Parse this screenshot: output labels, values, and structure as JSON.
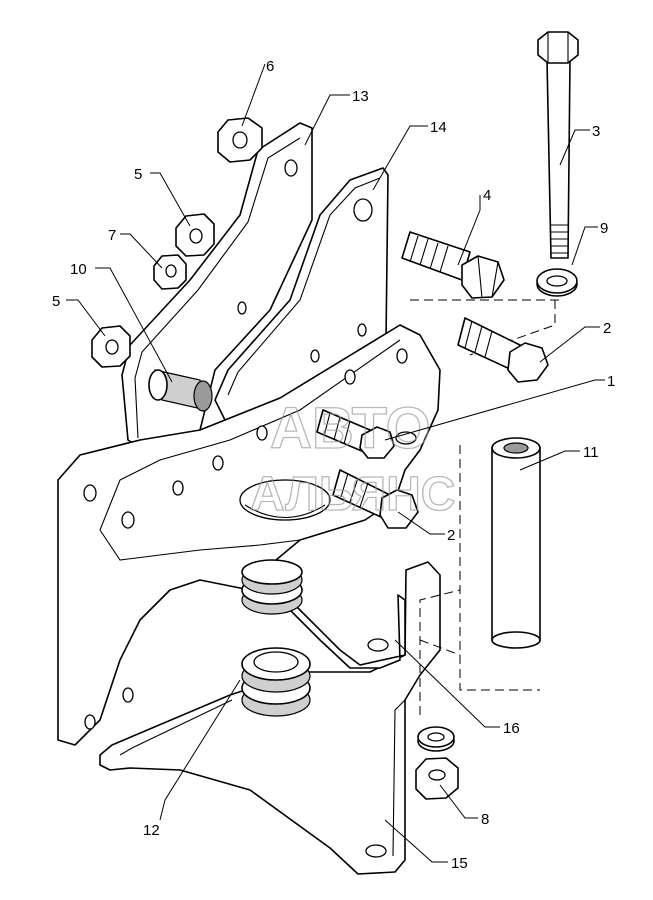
{
  "callouts": [
    {
      "id": "c6",
      "text": "6"
    },
    {
      "id": "c13",
      "text": "13"
    },
    {
      "id": "c14",
      "text": "14"
    },
    {
      "id": "c3",
      "text": "3"
    },
    {
      "id": "c5a",
      "text": "5"
    },
    {
      "id": "c4",
      "text": "4"
    },
    {
      "id": "c9",
      "text": "9"
    },
    {
      "id": "c7",
      "text": "7"
    },
    {
      "id": "c10",
      "text": "10"
    },
    {
      "id": "c5b",
      "text": "5"
    },
    {
      "id": "c2a",
      "text": "2"
    },
    {
      "id": "c1",
      "text": "1"
    },
    {
      "id": "c11",
      "text": "11"
    },
    {
      "id": "c2b",
      "text": "2"
    },
    {
      "id": "c16",
      "text": "16"
    },
    {
      "id": "c12",
      "text": "12"
    },
    {
      "id": "c8",
      "text": "8"
    },
    {
      "id": "c15",
      "text": "15"
    }
  ],
  "watermark": {
    "line1": "АВТО",
    "line2": "АЛЬЯНС"
  }
}
